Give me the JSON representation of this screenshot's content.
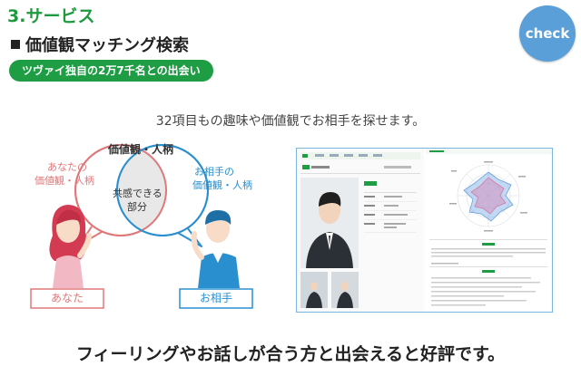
{
  "section_title": "3.サービス",
  "check_label": "check",
  "subheading": "価値観マッチング検索",
  "badge": "ツヴァイ独自の2万7千名との出会い",
  "lead": "32項目もの趣味や価値観でお相手を探せます。",
  "diagram": {
    "center_title": "価値観・人柄",
    "left_label_1": "あなたの",
    "left_label_2": "価値観・人柄",
    "right_label_1": "お相手の",
    "right_label_2": "価値観・人柄",
    "overlap_1": "共感できる",
    "overlap_2": "部分",
    "you_label": "あなた",
    "partner_label": "お相手"
  },
  "closing": "フィーリングやお話しが合う方と出会えると好評です。",
  "colors": {
    "brand_green": "#1e9d45",
    "check_blue": "#5a9fd8",
    "you_pink": "#e0787a",
    "partner_blue": "#2a8fcf"
  }
}
